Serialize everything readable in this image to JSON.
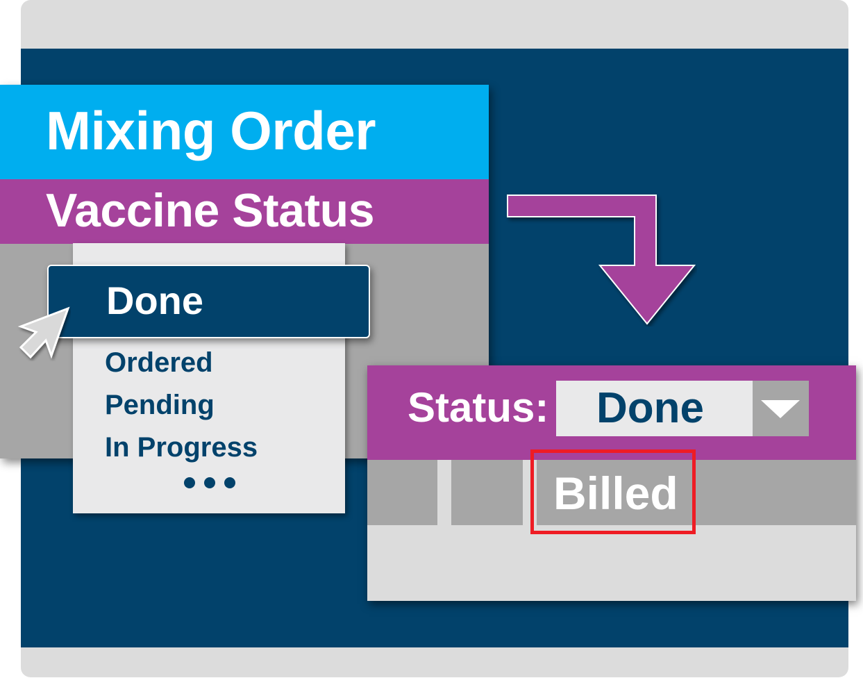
{
  "left_panel": {
    "title": "Mixing Order",
    "subtitle": "Vaccine Status",
    "selected_option": "Done",
    "options": [
      "Ordered",
      "Pending",
      "In Progress"
    ]
  },
  "right_panel": {
    "status_label": "Status:",
    "status_value": "Done",
    "billed_label": "Billed"
  },
  "icons": {
    "cursor": "mouse-pointer-icon",
    "arrow": "bent-arrow-down-icon",
    "caret": "caret-down-icon",
    "more": "ellipsis-icon"
  },
  "colors": {
    "navy": "#02426b",
    "cyan": "#00aeef",
    "purple": "#a5429b",
    "highlight": "#ee1c24"
  }
}
